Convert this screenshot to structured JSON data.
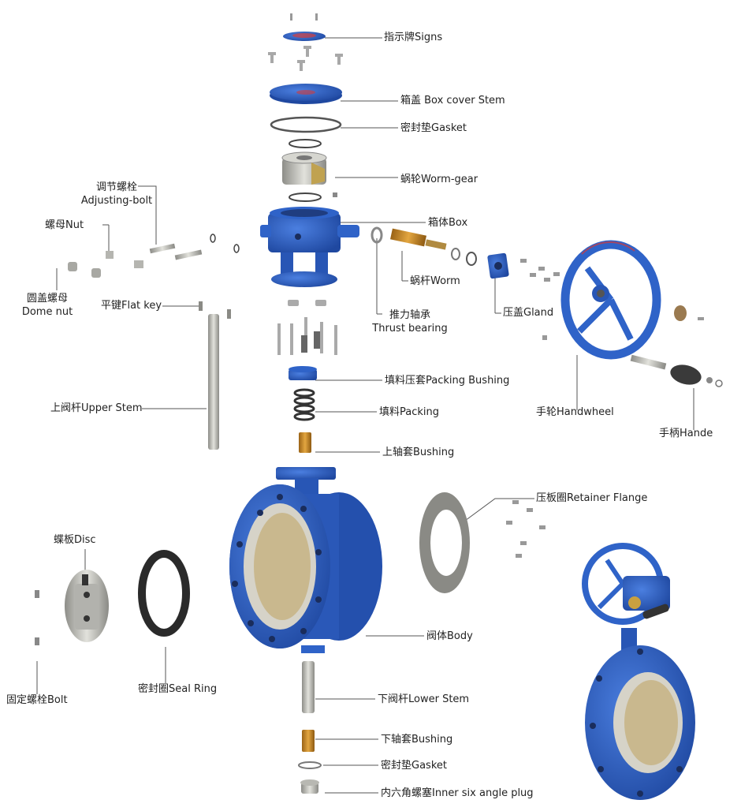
{
  "labels": {
    "signs": "指示牌Signs",
    "box_cover": "箱盖 Box cover Stem",
    "gasket_top": "密封垫Gasket",
    "worm_gear": "蜗轮Worm-gear",
    "box": "箱体Box",
    "worm": "蜗杆Worm",
    "thrust_bearing_cn": "推力轴承",
    "thrust_bearing_en": "Thrust bearing",
    "gland": "压盖Gland",
    "adjusting_bolt_cn": "调节螺栓",
    "adjusting_bolt_en": "Adjusting-bolt",
    "nut": "螺母Nut",
    "dome_nut_cn": "圆盖螺母",
    "dome_nut_en": "Dome nut",
    "flat_key": "平键Flat key",
    "packing_bushing": "填料压套Packing Bushing",
    "packing": "填料Packing",
    "upper_stem": "上阀杆Upper Stem",
    "upper_bushing": "上轴套Bushing",
    "handwheel": "手轮Handwheel",
    "handle": "手柄Hande",
    "retainer_flange": "压板圈Retainer Flange",
    "disc": "蝶板Disc",
    "body": "阀体Body",
    "seal_ring": "密封圈Seal Ring",
    "fix_bolt": "固定螺栓Bolt",
    "lower_stem": "下阀杆Lower Stem",
    "lower_bushing": "下轴套Bushing",
    "gasket_bottom": "密封垫Gasket",
    "plug": "内六角螺塞Inner six angle plug"
  },
  "colors": {
    "valve_blue": "#2f63c8",
    "valve_blue_dark": "#1f48a0",
    "steel": "#c9c9c4",
    "brass": "#c88a2a",
    "leader": "#444444"
  }
}
